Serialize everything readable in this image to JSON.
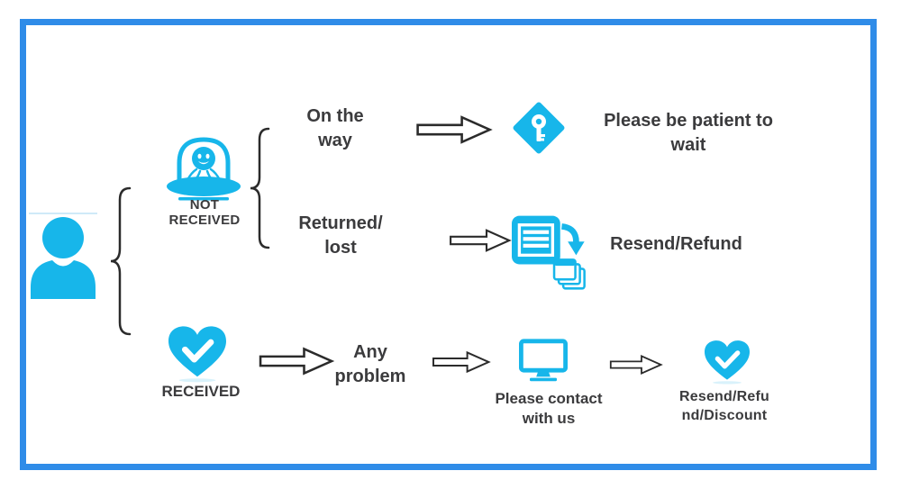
{
  "palette": {
    "icon_blue": "#17B6EA",
    "frame_blue": "#2F8CE8",
    "text_dark": "#3B3B3D",
    "arrow_outline": "#2B2B2B"
  },
  "flow": {
    "customer_icon": "person-icon",
    "not_received": {
      "icon": "ufo-alien-icon",
      "label_lines": [
        "NOT",
        "RECEIVED"
      ],
      "cases": {
        "on_the_way": {
          "condition_lines": [
            "On the",
            "way"
          ],
          "outcome_icon": "key-icon",
          "outcome_lines": [
            "Please be patient to",
            "wait"
          ]
        },
        "returned_lost": {
          "condition_lines": [
            "Returned/",
            "lost"
          ],
          "outcome_icon": "resend-documents-icon",
          "outcome_lines": [
            "Resend/Refund"
          ]
        }
      }
    },
    "received": {
      "icon": "heart-check-icon",
      "label_lines": [
        "RECEIVED"
      ],
      "cases": {
        "any_problem": {
          "condition_lines": [
            "Any",
            "problem"
          ],
          "contact_icon": "monitor-icon",
          "contact_lines": [
            "Please contact",
            "with us"
          ],
          "outcome_icon": "heart-check-icon",
          "outcome_lines": [
            "Resend/Refu",
            "nd/Discount"
          ]
        }
      }
    }
  }
}
